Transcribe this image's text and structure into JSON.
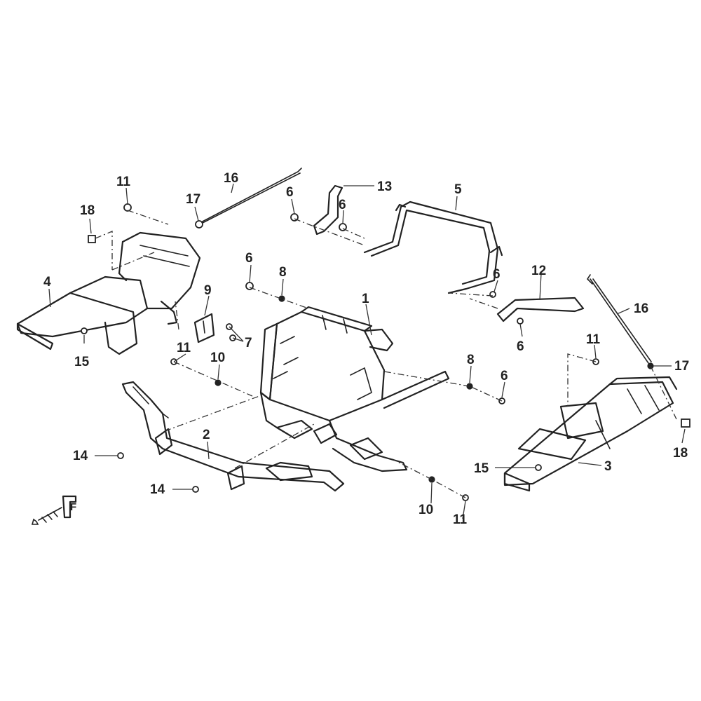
{
  "diagram": {
    "callouts": [
      {
        "id": "c1",
        "label": "1"
      },
      {
        "id": "c2",
        "label": "2"
      },
      {
        "id": "c3",
        "label": "3"
      },
      {
        "id": "c4",
        "label": "4"
      },
      {
        "id": "c5",
        "label": "5"
      },
      {
        "id": "c6a",
        "label": "6"
      },
      {
        "id": "c6b",
        "label": "6"
      },
      {
        "id": "c6c",
        "label": "6"
      },
      {
        "id": "c6d",
        "label": "6"
      },
      {
        "id": "c6e",
        "label": "6"
      },
      {
        "id": "c6f",
        "label": "6"
      },
      {
        "id": "c7",
        "label": "7"
      },
      {
        "id": "c8a",
        "label": "8"
      },
      {
        "id": "c8b",
        "label": "8"
      },
      {
        "id": "c9",
        "label": "9"
      },
      {
        "id": "c10a",
        "label": "10"
      },
      {
        "id": "c10b",
        "label": "10"
      },
      {
        "id": "c11a",
        "label": "11"
      },
      {
        "id": "c11b",
        "label": "11"
      },
      {
        "id": "c11c",
        "label": "11"
      },
      {
        "id": "c11d",
        "label": "11"
      },
      {
        "id": "c12",
        "label": "12"
      },
      {
        "id": "c13",
        "label": "13"
      },
      {
        "id": "c14a",
        "label": "14"
      },
      {
        "id": "c14b",
        "label": "14"
      },
      {
        "id": "c15a",
        "label": "15"
      },
      {
        "id": "c15b",
        "label": "15"
      },
      {
        "id": "c16a",
        "label": "16"
      },
      {
        "id": "c16b",
        "label": "16"
      },
      {
        "id": "c17a",
        "label": "17"
      },
      {
        "id": "c17b",
        "label": "17"
      },
      {
        "id": "c18a",
        "label": "18"
      },
      {
        "id": "c18b",
        "label": "18"
      }
    ],
    "direction_marker": {
      "label": "F",
      "icon": "direction-arrow-icon"
    }
  }
}
